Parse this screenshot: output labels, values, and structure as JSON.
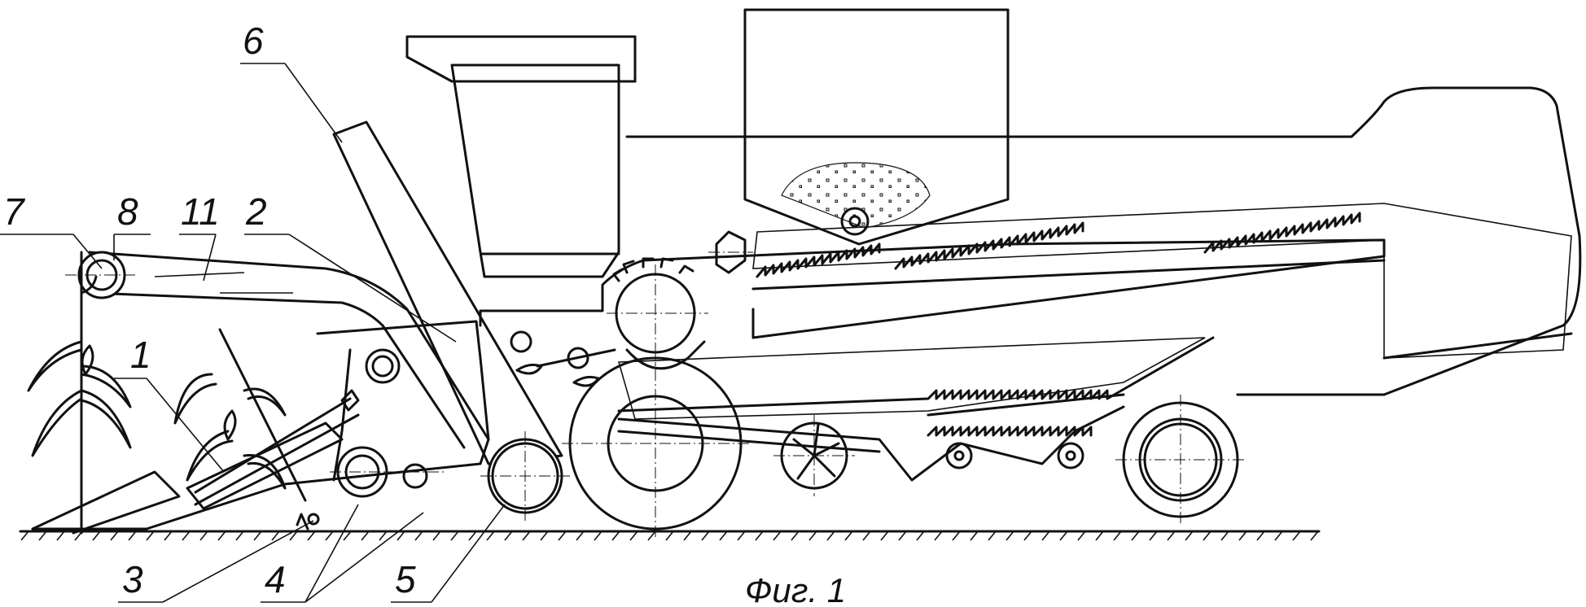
{
  "figure": {
    "caption": "Фиг. 1",
    "labels": [
      {
        "id": "label-1",
        "text": "1"
      },
      {
        "id": "label-2",
        "text": "2"
      },
      {
        "id": "label-3",
        "text": "3"
      },
      {
        "id": "label-4",
        "text": "4"
      },
      {
        "id": "label-5",
        "text": "5"
      },
      {
        "id": "label-6",
        "text": "6"
      },
      {
        "id": "label-7",
        "text": "7"
      },
      {
        "id": "label-8",
        "text": "8"
      },
      {
        "id": "label-11",
        "text": "11"
      }
    ]
  }
}
